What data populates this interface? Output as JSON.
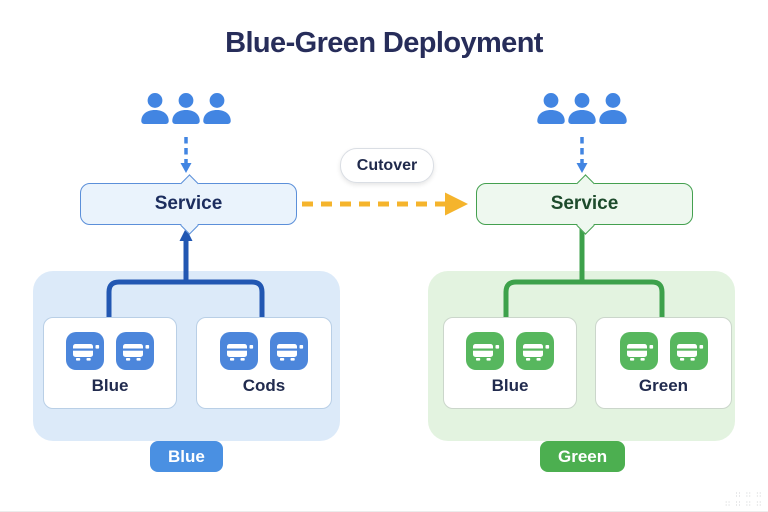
{
  "title": "Blue-Green Deployment",
  "cutover_label": "Cutover",
  "environments": {
    "left": {
      "name": "blue",
      "service_label": "Service",
      "pod_groups": [
        {
          "label": "Blue"
        },
        {
          "label": "Cods"
        }
      ],
      "badge": "Blue"
    },
    "right": {
      "name": "green",
      "service_label": "Service",
      "pod_groups": [
        {
          "label": "Blue"
        },
        {
          "label": "Green"
        }
      ],
      "badge": "Green"
    }
  },
  "colors": {
    "title_text": "#272D5A",
    "user_icon": "#4285E2",
    "blue_connector": "#2257B2",
    "green_connector": "#3DA14B",
    "cutover_arrow": "#F5B42C",
    "blue_service_bg": "#EAF3FC",
    "green_service_bg": "#EEF8EF",
    "blue_container_bg": "#DCEAF9",
    "green_container_bg": "#E3F3E0",
    "blue_pod_icon": "#4C86DB",
    "green_pod_icon": "#57B75E",
    "blue_badge": "#4A90E2",
    "green_badge": "#4CAF50"
  },
  "watermark": {
    "line1": "∷ ∷ ∷",
    "line2": "∷ ∷ ∷ ∷"
  }
}
